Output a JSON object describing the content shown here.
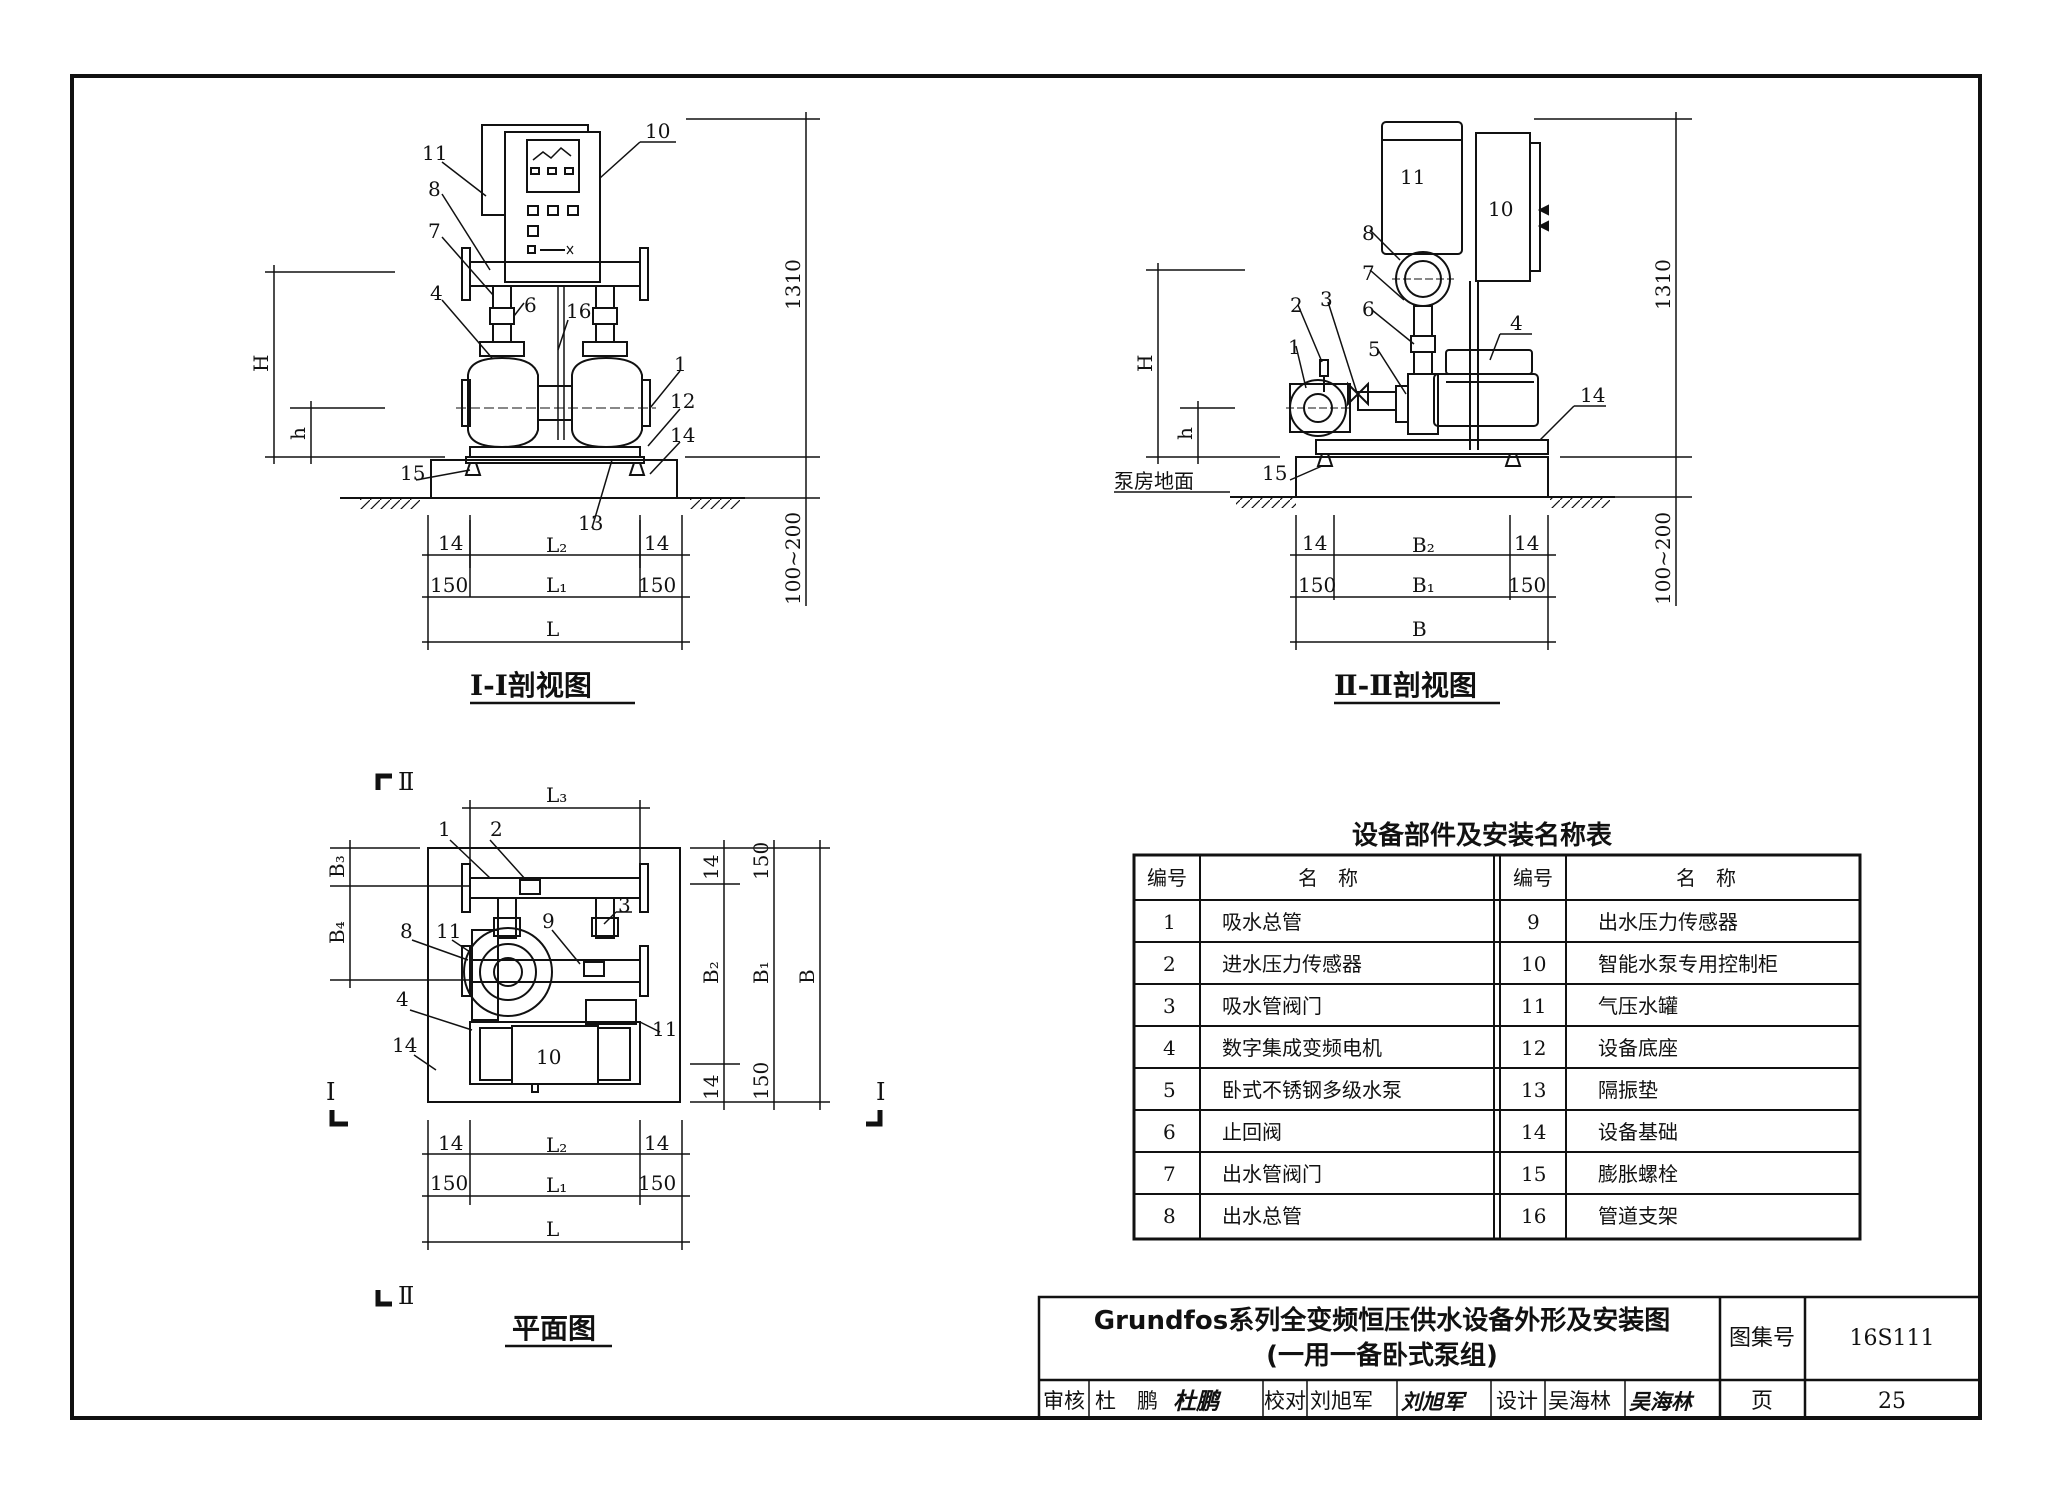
{
  "views": {
    "section1": {
      "title": "Ⅰ-Ⅰ剖视图",
      "callouts": [
        "11",
        "10",
        "8",
        "7",
        "4",
        "6",
        "16",
        "1",
        "12",
        "14",
        "15",
        "13"
      ],
      "dims": {
        "height_total": "1310",
        "H": "H",
        "h": "h",
        "foundation": "100~200",
        "side14": "14",
        "side150": "150",
        "L2": "L₂",
        "L1": "L₁",
        "L": "L"
      }
    },
    "section2": {
      "title": "Ⅱ-Ⅱ剖视图",
      "callouts": [
        "11",
        "10",
        "8",
        "7",
        "2",
        "3",
        "6",
        "1",
        "5",
        "4",
        "14",
        "15"
      ],
      "floor_label": "泵房地面",
      "dims": {
        "height_total": "1310",
        "H": "H",
        "h": "h",
        "foundation": "100~200",
        "side14": "14",
        "side150": "150",
        "B2": "B₂",
        "B1": "B₁",
        "B": "B"
      }
    },
    "plan": {
      "title": "平面图",
      "callouts": [
        "1",
        "2",
        "3",
        "8",
        "11",
        "9",
        "4",
        "14",
        "10",
        "11"
      ],
      "section_marks": {
        "ii": "Ⅱ",
        "i": "Ⅰ"
      },
      "dims": {
        "L3": "L₃",
        "B3": "B₃",
        "B4": "B₄",
        "B2": "B₂",
        "B1": "B₁",
        "B": "B",
        "v14": "14",
        "v150": "150",
        "side14": "14",
        "side150": "150",
        "L2": "L₂",
        "L1": "L₁",
        "L": "L"
      }
    }
  },
  "parts_table": {
    "title": "设备部件及安装名称表",
    "headers": {
      "no": "编号",
      "name": "名　称"
    },
    "rows": [
      {
        "no": "1",
        "name": "吸水总管",
        "no2": "9",
        "name2": "出水压力传感器"
      },
      {
        "no": "2",
        "name": "进水压力传感器",
        "no2": "10",
        "name2": "智能水泵专用控制柜"
      },
      {
        "no": "3",
        "name": "吸水管阀门",
        "no2": "11",
        "name2": "气压水罐"
      },
      {
        "no": "4",
        "name": "数字集成变频电机",
        "no2": "12",
        "name2": "设备底座"
      },
      {
        "no": "5",
        "name": "卧式不锈钢多级水泵",
        "no2": "13",
        "name2": "隔振垫"
      },
      {
        "no": "6",
        "name": "止回阀",
        "no2": "14",
        "name2": "设备基础"
      },
      {
        "no": "7",
        "name": "出水管阀门",
        "no2": "15",
        "name2": "膨胀螺栓"
      },
      {
        "no": "8",
        "name": "出水总管",
        "no2": "16",
        "name2": "管道支架"
      }
    ]
  },
  "title_block": {
    "title_line1": "Grundfos系列全变频恒压供水设备外形及安装图",
    "title_line2": "(一用一备卧式泵组)",
    "atlas_label": "图集号",
    "atlas_no": "16S111",
    "page_label": "页",
    "page_no": "25",
    "review_label": "审核",
    "reviewer": "杜　鹏",
    "reviewer_sign": "杜鹏",
    "check_label": "校对",
    "checker": "刘旭军",
    "checker_sign": "刘旭军",
    "design_label": "设计",
    "designer": "吴海林",
    "designer_sign": "吴海林"
  }
}
